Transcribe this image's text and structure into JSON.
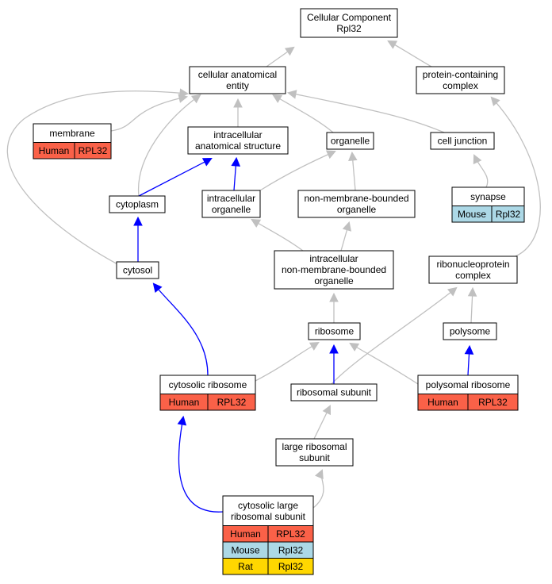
{
  "colors": {
    "is_a_edge": "#c0c0c0",
    "part_of_edge": "#0000ff",
    "Human": "#fa6148",
    "Mouse": "#acd8e6",
    "Rat": "#ffd700"
  },
  "nodes": [
    {
      "id": "root",
      "lines": [
        "Cellular Component",
        "Rpl32"
      ]
    },
    {
      "id": "cae",
      "lines": [
        "cellular anatomical",
        "entity"
      ]
    },
    {
      "id": "pcc",
      "lines": [
        "protein-containing",
        "complex"
      ]
    },
    {
      "id": "membrane",
      "lines": [
        "membrane"
      ],
      "rows": [
        [
          "Human",
          "RPL32"
        ]
      ]
    },
    {
      "id": "ias",
      "lines": [
        "intracellular",
        "anatomical structure"
      ]
    },
    {
      "id": "organelle",
      "lines": [
        "organelle"
      ]
    },
    {
      "id": "celljunction",
      "lines": [
        "cell junction"
      ]
    },
    {
      "id": "cytoplasm",
      "lines": [
        "cytoplasm"
      ]
    },
    {
      "id": "intorg",
      "lines": [
        "intracellular",
        "organelle"
      ]
    },
    {
      "id": "nmbo",
      "lines": [
        "non-membrane-bounded",
        "organelle"
      ]
    },
    {
      "id": "synapse",
      "lines": [
        "synapse"
      ],
      "rows": [
        [
          "Mouse",
          "Rpl32"
        ]
      ]
    },
    {
      "id": "inmbo",
      "lines": [
        "intracellular",
        "non-membrane-bounded",
        "organelle"
      ]
    },
    {
      "id": "cytosol",
      "lines": [
        "cytosol"
      ]
    },
    {
      "id": "rnp",
      "lines": [
        "ribonucleoprotein",
        "complex"
      ]
    },
    {
      "id": "ribosome",
      "lines": [
        "ribosome"
      ]
    },
    {
      "id": "polysome",
      "lines": [
        "polysome"
      ]
    },
    {
      "id": "cytoribo",
      "lines": [
        "cytosolic ribosome"
      ],
      "rows": [
        [
          "Human",
          "RPL32"
        ]
      ]
    },
    {
      "id": "ribosub",
      "lines": [
        "ribosomal subunit"
      ]
    },
    {
      "id": "polyribo",
      "lines": [
        "polysomal ribosome"
      ],
      "rows": [
        [
          "Human",
          "RPL32"
        ]
      ]
    },
    {
      "id": "lrs",
      "lines": [
        "large ribosomal",
        "subunit"
      ]
    },
    {
      "id": "clrs",
      "lines": [
        "cytosolic large",
        "ribosomal subunit"
      ],
      "rows": [
        [
          "Human",
          "RPL32"
        ],
        [
          "Mouse",
          "Rpl32"
        ],
        [
          "Rat",
          "Rpl32"
        ]
      ]
    }
  ],
  "edges": [
    {
      "from": "cae",
      "to": "root",
      "type": "is_a"
    },
    {
      "from": "pcc",
      "to": "root",
      "type": "is_a"
    },
    {
      "from": "membrane",
      "to": "cae",
      "type": "is_a"
    },
    {
      "from": "ias",
      "to": "cae",
      "type": "is_a"
    },
    {
      "from": "organelle",
      "to": "cae",
      "type": "is_a"
    },
    {
      "from": "celljunction",
      "to": "cae",
      "type": "is_a"
    },
    {
      "from": "cytoplasm",
      "to": "cae",
      "type": "is_a"
    },
    {
      "from": "cytosol",
      "to": "cae",
      "type": "is_a"
    },
    {
      "from": "cytoplasm",
      "to": "ias",
      "type": "part_of"
    },
    {
      "from": "intorg",
      "to": "ias",
      "type": "part_of"
    },
    {
      "from": "intorg",
      "to": "organelle",
      "type": "is_a"
    },
    {
      "from": "nmbo",
      "to": "organelle",
      "type": "is_a"
    },
    {
      "from": "synapse",
      "to": "celljunction",
      "type": "is_a"
    },
    {
      "from": "cytosol",
      "to": "cytoplasm",
      "type": "part_of"
    },
    {
      "from": "inmbo",
      "to": "intorg",
      "type": "is_a"
    },
    {
      "from": "inmbo",
      "to": "nmbo",
      "type": "is_a"
    },
    {
      "from": "rnp",
      "to": "pcc",
      "type": "is_a"
    },
    {
      "from": "ribosome",
      "to": "inmbo",
      "type": "is_a"
    },
    {
      "from": "polysome",
      "to": "rnp",
      "type": "is_a"
    },
    {
      "from": "ribosub",
      "to": "rnp",
      "type": "is_a"
    },
    {
      "from": "cytoribo",
      "to": "ribosome",
      "type": "is_a"
    },
    {
      "from": "ribosub",
      "to": "ribosome",
      "type": "part_of"
    },
    {
      "from": "polyribo",
      "to": "ribosome",
      "type": "is_a"
    },
    {
      "from": "cytoribo",
      "to": "cytosol",
      "type": "part_of"
    },
    {
      "from": "polyribo",
      "to": "polysome",
      "type": "part_of"
    },
    {
      "from": "lrs",
      "to": "ribosub",
      "type": "is_a"
    },
    {
      "from": "clrs",
      "to": "lrs",
      "type": "is_a"
    },
    {
      "from": "clrs",
      "to": "cytoribo",
      "type": "part_of"
    }
  ]
}
